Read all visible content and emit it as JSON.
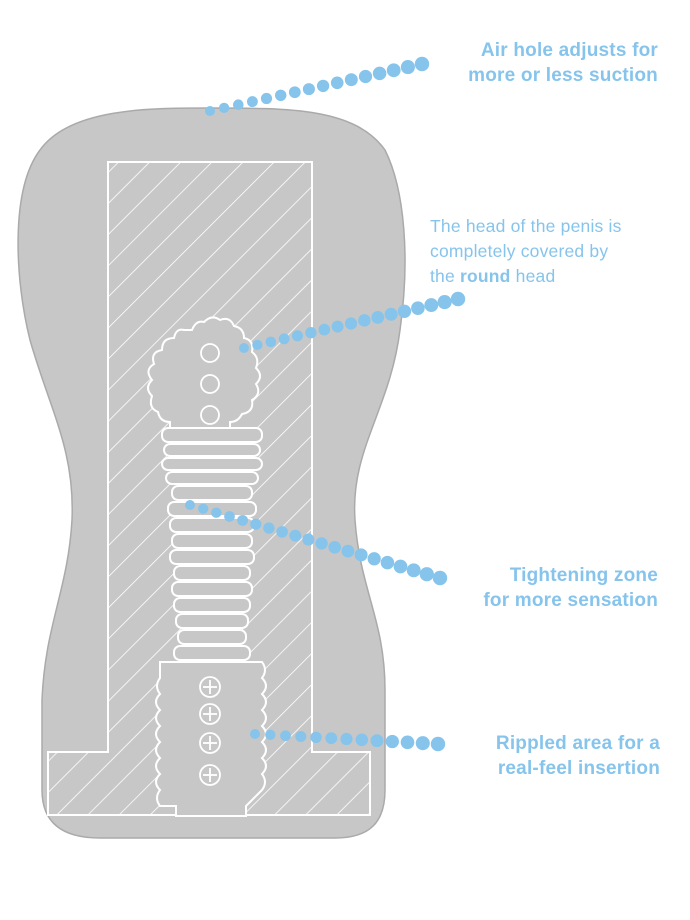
{
  "callouts": {
    "air_hole": {
      "line1": "Air hole adjusts for",
      "line2": "more or less suction"
    },
    "head": {
      "line1": "The head of the penis is",
      "line2": "completely covered by",
      "line3_prefix": "the ",
      "line3_bold": "round",
      "line3_suffix": " head"
    },
    "tightening": {
      "line1": "Tightening zone",
      "line2": "for more sensation"
    },
    "rippled": {
      "line1": "Rippled area for a",
      "line2": "real-feel insertion"
    }
  },
  "colors": {
    "body_fill": "#c7c7c7",
    "outline": "#ffffff",
    "accent": "#86c4ec"
  }
}
